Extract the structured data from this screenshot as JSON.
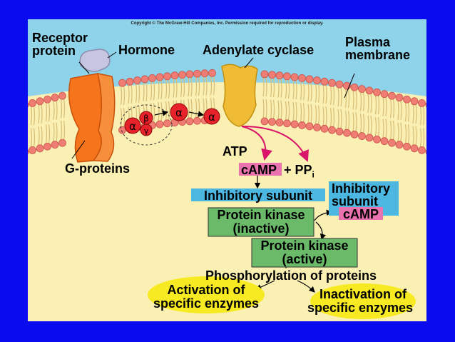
{
  "copyright": "Copyright © The McGraw-Hill Companies, Inc. Permission required for reproduction or display.",
  "labels": {
    "receptor_line1": "Receptor",
    "receptor_line2": "protein",
    "hormone": "Hormone",
    "adenylate_cyclase": "Adenylate cyclase",
    "plasma_line1": "Plasma",
    "plasma_line2": "membrane",
    "g_proteins": "G-proteins",
    "atp": "ATP",
    "camp": "cAMP",
    "plus_pp": "+ PP",
    "pp_subscript": "i",
    "inhibitory_subunit": "Inhibitory subunit",
    "protein_kinase_inactive_line1": "Protein kinase",
    "protein_kinase_inactive_line2": "(inactive)",
    "inhibitory_subunit_right_line1": "Inhibitory",
    "inhibitory_subunit_right_line2": "subunit",
    "camp_right": "cAMP",
    "protein_kinase_active_line1": "Protein kinase",
    "protein_kinase_active_line2": "(active)",
    "phosphorylation": "Phosphorylation of proteins",
    "activation_line1": "Activation of",
    "activation_line2": "specific enzymes",
    "inactivation_line1": "Inactivation of",
    "inactivation_line2": "specific enzymes"
  },
  "subunits": {
    "alpha": "α",
    "beta": "β",
    "gamma": "γ"
  },
  "colors": {
    "frame": "#0b0bf0",
    "extracellular": "#8ed3ea",
    "cytoplasm": "#fbf0b4",
    "lipid_head": "#f07d74",
    "lipid_tail": "#d9c078",
    "receptor": "#f6751c",
    "adenylate_cyclase": "#f0bc36",
    "hormone": "#c6c6e0",
    "subunit": "#e8222a",
    "blue_box": "#4cb8e2",
    "green_box": "#6aba6a",
    "pink": "#ea72ae",
    "yellow_oval": "#f8ea22",
    "arrow": "#d8156a"
  }
}
